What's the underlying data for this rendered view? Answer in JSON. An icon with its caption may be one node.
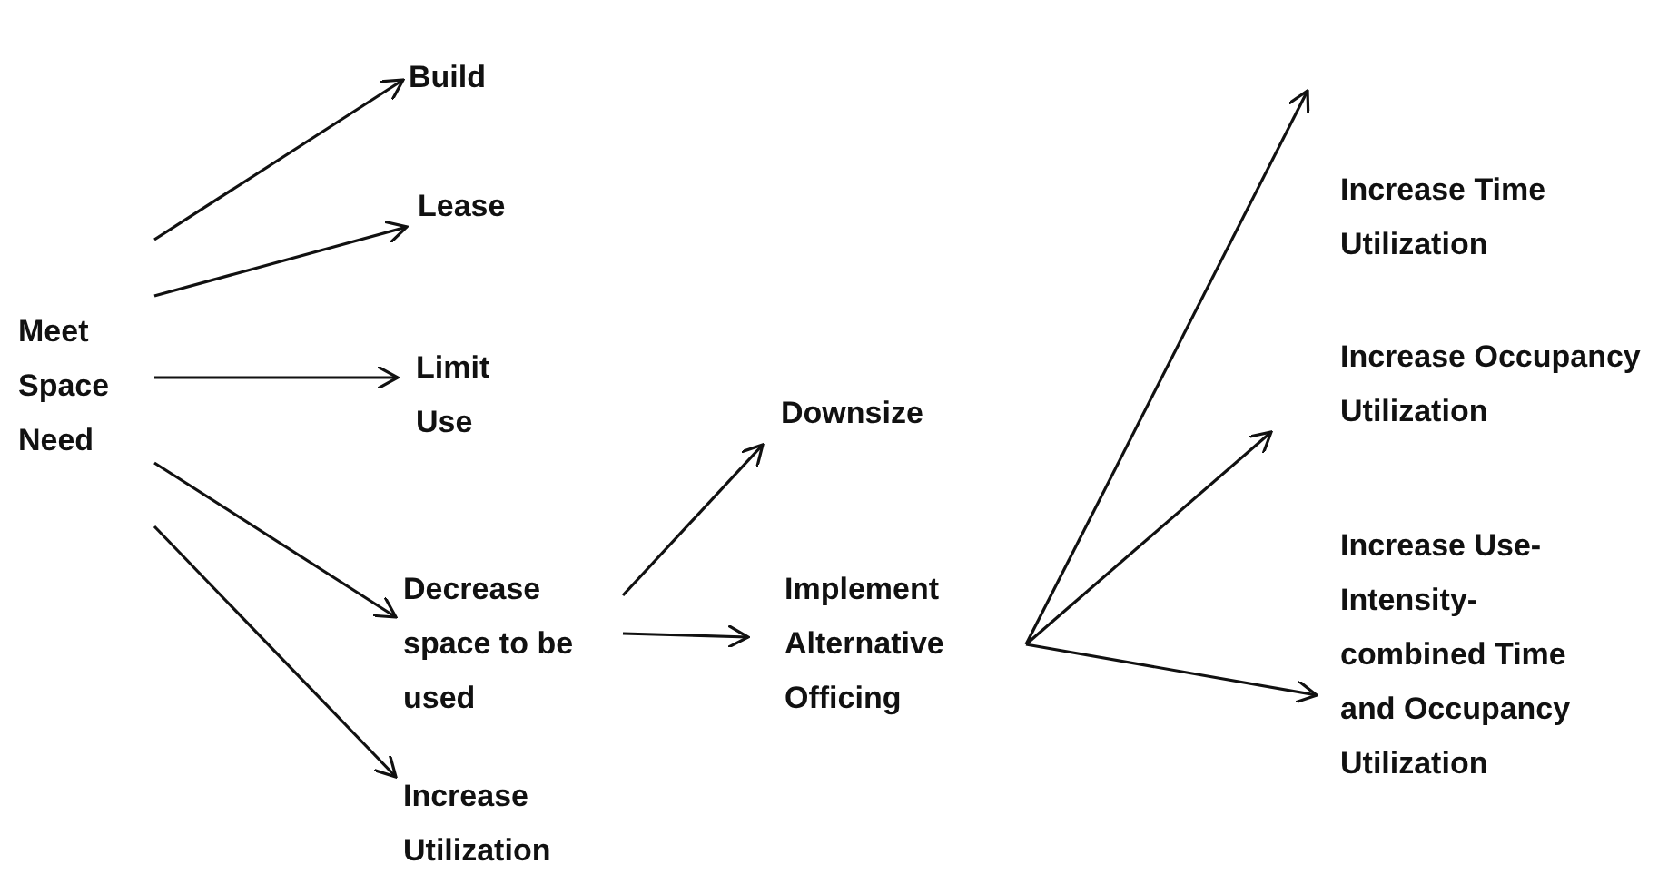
{
  "diagram": {
    "nodes": [
      {
        "text": [
          "Meet Space Need"
        ]
      },
      {
        "text": [
          "Build"
        ]
      },
      {
        "text": [
          "Lease"
        ]
      },
      {
        "text": [
          "Limit Use"
        ]
      },
      {
        "text": [
          "Decrease space to be used"
        ]
      },
      {
        "text": [
          "Increase Utilization"
        ]
      },
      {
        "text": [
          "Downsize"
        ]
      },
      {
        "text": [
          "Implement Alternative Officing"
        ]
      },
      {
        "text": [
          "Increase Time Utilization"
        ]
      },
      {
        "text": [
          "Increase Occupancy Utilization"
        ]
      },
      {
        "text": [
          "Increase Use-Intensity-combined Time and Occupancy Utilization"
        ]
      }
    ],
    "edges": [
      {
        "from": 0,
        "to": 1,
        "arrow": "to"
      },
      {
        "from": 0,
        "to": 2,
        "arrow": "to"
      },
      {
        "from": 0,
        "to": 3,
        "arrow": "to"
      },
      {
        "from": 0,
        "to": 4,
        "arrow": "to"
      },
      {
        "from": 0,
        "to": 5,
        "arrow": "to"
      },
      {
        "from": 4,
        "to": 6,
        "arrow": "to"
      },
      {
        "from": 4,
        "to": 7,
        "arrow": "to"
      },
      {
        "from": 7,
        "to": 8,
        "arrow": "to"
      },
      {
        "from": 7,
        "to": 9,
        "arrow": "to"
      },
      {
        "from": 7,
        "to": 10,
        "arrow": "to"
      }
    ]
  }
}
